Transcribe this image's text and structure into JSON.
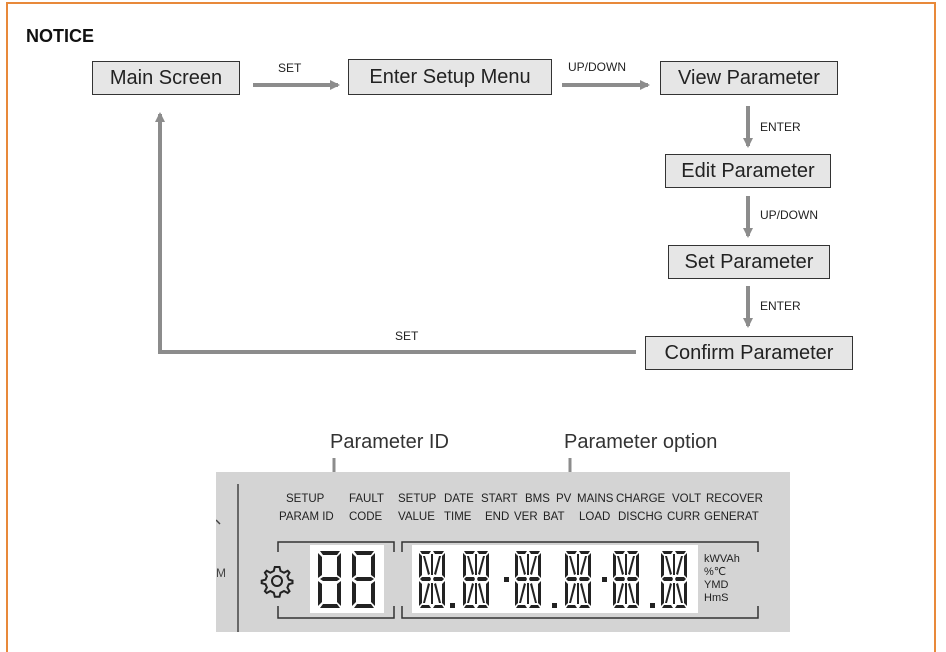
{
  "notice": "NOTICE",
  "flow": {
    "main_screen": "Main Screen",
    "enter_setup": "Enter Setup Menu",
    "view_param": "View Parameter",
    "edit_param": "Edit Parameter",
    "set_param": "Set Parameter",
    "confirm_param": "Confirm Parameter",
    "edge_set_1": "SET",
    "edge_updown_1": "UP/DOWN",
    "edge_enter_1": "ENTER",
    "edge_updown_2": "UP/DOWN",
    "edge_enter_2": "ENTER",
    "edge_set_back": "SET"
  },
  "callouts": {
    "param_id": "Parameter ID",
    "param_option": "Parameter option"
  },
  "lcd": {
    "row1": [
      "SETUP",
      "FAULT",
      "SETUP",
      "DATE",
      "START",
      "BMS",
      "PV",
      "MAINS",
      "CHARGE",
      "VOLT",
      "RECOVER"
    ],
    "row2": [
      "PARAM ID",
      "CODE",
      "VALUE",
      "TIME",
      "END",
      "VER",
      "BAT",
      "LOAD",
      "DISCHG",
      "CURR",
      "GENERAT"
    ],
    "units": [
      "kWVAh",
      "%℃",
      "YMD",
      "HmS"
    ],
    "id_digits": "88"
  }
}
